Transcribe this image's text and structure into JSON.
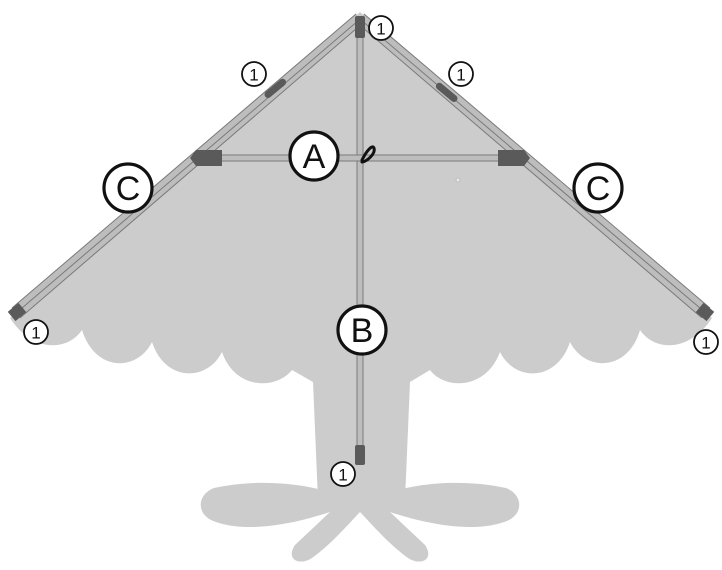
{
  "diagram": {
    "colors": {
      "sail": "#cccccc",
      "spar": "#bdbdbd",
      "spar_edge": "#7a7a7a",
      "connector": "#5a5a5a",
      "outline": "#111111"
    },
    "labels": {
      "spine": "B",
      "cross_spar": "A",
      "leading_edge": "C",
      "end_cap": "1"
    }
  }
}
